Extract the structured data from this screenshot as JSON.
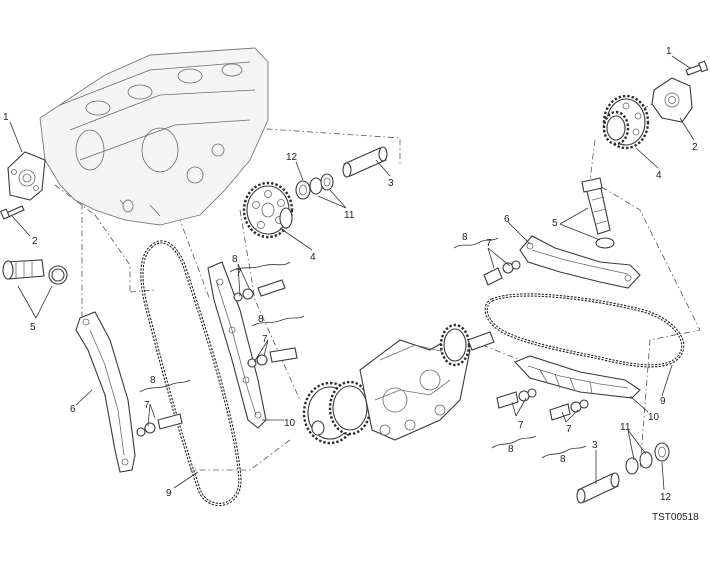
{
  "diagram": {
    "image_code": "TST00518"
  },
  "callouts": [
    {
      "id": "c1a",
      "text": "1"
    },
    {
      "id": "c2a",
      "text": "2"
    },
    {
      "id": "c5a",
      "text": "5"
    },
    {
      "id": "c6a",
      "text": "6"
    },
    {
      "id": "c7a",
      "text": "7"
    },
    {
      "id": "c8a",
      "text": "8"
    },
    {
      "id": "c9a",
      "text": "9"
    },
    {
      "id": "c12a",
      "text": "12"
    },
    {
      "id": "c11a",
      "text": "11"
    },
    {
      "id": "c3a",
      "text": "3"
    },
    {
      "id": "c4a",
      "text": "4"
    },
    {
      "id": "c8b",
      "text": "8"
    },
    {
      "id": "c7b",
      "text": "7"
    },
    {
      "id": "c8c",
      "text": "8"
    },
    {
      "id": "c7c",
      "text": "7"
    },
    {
      "id": "c10a",
      "text": "10"
    },
    {
      "id": "c1b",
      "text": "1"
    },
    {
      "id": "c2b",
      "text": "2"
    },
    {
      "id": "c4b",
      "text": "4"
    },
    {
      "id": "c5b",
      "text": "5"
    },
    {
      "id": "c6b",
      "text": "6"
    },
    {
      "id": "c8d",
      "text": "8"
    },
    {
      "id": "c7d",
      "text": "7"
    },
    {
      "id": "c9b",
      "text": "9"
    },
    {
      "id": "c10b",
      "text": "10"
    },
    {
      "id": "c7e",
      "text": "7"
    },
    {
      "id": "c8e",
      "text": "8"
    },
    {
      "id": "c7f",
      "text": "7"
    },
    {
      "id": "c8f",
      "text": "8"
    },
    {
      "id": "c3b",
      "text": "3"
    },
    {
      "id": "c11b",
      "text": "11"
    },
    {
      "id": "c12b",
      "text": "12"
    }
  ]
}
